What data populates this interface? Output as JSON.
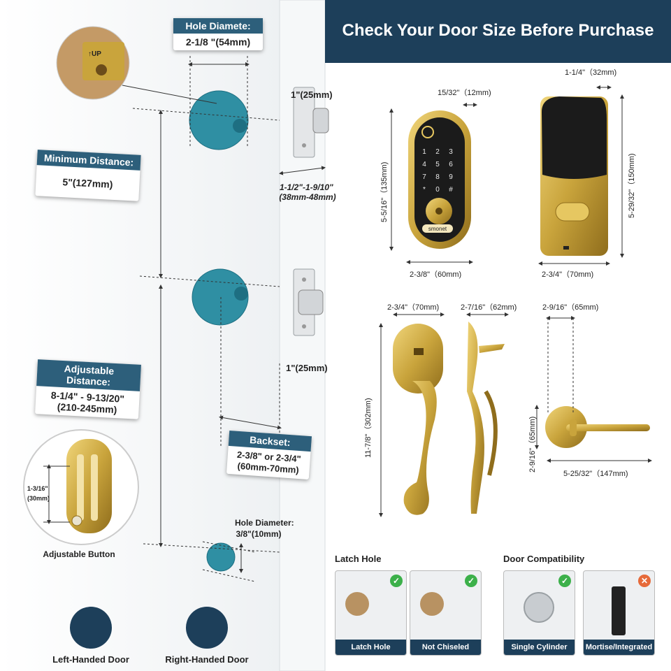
{
  "banner": {
    "title": "Check Your Door Size Before Purchase"
  },
  "door": {
    "hole_diameter": {
      "title": "Hole Diamete:",
      "value": "2-1/8 \"(54mm)"
    },
    "minimum_distance": {
      "title": "Minimum Distance:",
      "value": "5\"(127mm)"
    },
    "adjustable_distance": {
      "title": "Adjustable Distance:",
      "value_line1": "8-1/4\" - 9-13/20\"",
      "value_line2": "(210-245mm)"
    },
    "backset": {
      "title": "Backset:",
      "value_line1": "2-3/8\" or 2-3/4\"",
      "value_line2": "(60mm-70mm)"
    },
    "edge_top": "1\"(25mm)",
    "edge_thickness_line1": "1-1/2\"-1-9/10\"",
    "edge_thickness_line2": "(38mm-48mm)",
    "edge_latch": "1\"(25mm)",
    "small_hole_line1": "Hole Diameter:",
    "small_hole_line2": "3/8\"(10mm)",
    "button_size_line1": "1-3/16\"",
    "button_size_line2": "(30mm)",
    "adjustable_button": "Adjustable Button",
    "left_handed": "Left-Handed Door",
    "right_handed": "Right-Handed Door"
  },
  "front_lock": {
    "width": "2-3/8\"（60mm)",
    "height": "5-5/16\"（135mm)",
    "depth": "15/32\"（12mm)",
    "brand": "smonet",
    "keys": [
      "1",
      "2",
      "3",
      "4",
      "5",
      "6",
      "7",
      "8",
      "9",
      "*",
      "0",
      "#"
    ]
  },
  "back_lock": {
    "depth": "1-1/4\"（32mm)",
    "height": "5-29/32\"（150mm)",
    "width": "2-3/4\"（70mm)"
  },
  "handle": {
    "width": "2-3/4\"（70mm)",
    "depth": "2-7/16\"（62mm)",
    "height": "11-7/8\"（302mm)"
  },
  "lever": {
    "projection": "2-9/16\"（65mm)",
    "rose": "2-9/16\"（65mm)",
    "length": "5-25/32\"（147mm)"
  },
  "latch_hole": {
    "title": "Latch Hole",
    "items": [
      {
        "label": "Latch Hole",
        "status": "ok"
      },
      {
        "label": "Not Chiseled",
        "status": "ok"
      }
    ]
  },
  "door_compat": {
    "title": "Door Compatibility",
    "items": [
      {
        "label": "Single Cylinder",
        "status": "ok"
      },
      {
        "label": "Mortise/Integrated",
        "status": "no"
      }
    ]
  },
  "colors": {
    "navy": "#1d3f5a",
    "card_header": "#2d5f7b",
    "hole_teal": "#2f8fa3",
    "brass": "#c9a43c",
    "ok": "#3cb04a",
    "no": "#e66a3a"
  }
}
